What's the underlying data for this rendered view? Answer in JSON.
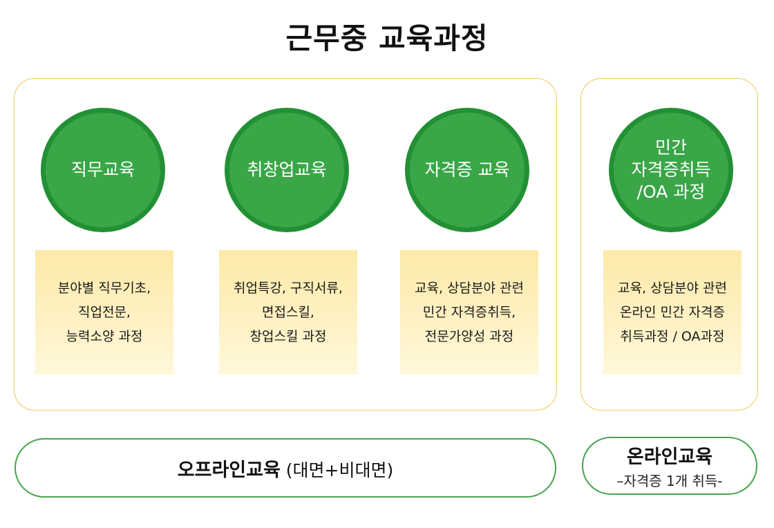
{
  "title": "근무중 교육과정",
  "offline_group": {
    "items": [
      {
        "circle_label": "직무교육",
        "details": "분야별 직무기초,\n직업전문,\n능력소양 과정"
      },
      {
        "circle_label": "취창업교육",
        "details": "취업특강, 구직서류,\n면접스킬,\n창업스킬 과정"
      },
      {
        "circle_label": "자격증 교육",
        "details": "교육, 상담분야 관련\n민간 자격증취득,\n전문가양성 과정"
      }
    ],
    "footer": {
      "main": "오프라인교육",
      "sub": "(대면+비대면)"
    }
  },
  "online_group": {
    "item": {
      "circle_label": "민간\n자격증취득\n/OA 과정",
      "details": "교육, 상담분야 관련\n온라인 민간 자격증\n취득과정 / OA과정"
    },
    "footer": {
      "main": "온라인교육",
      "sub": "–자격증 1개 취득-"
    }
  },
  "colors": {
    "circle_fill": "#3aa648",
    "circle_border": "#229034",
    "panel_border": "#f0c75a",
    "card_top": "#fdeaa8",
    "card_bottom": "#fef7d9",
    "pill_border": "#46a34d"
  }
}
